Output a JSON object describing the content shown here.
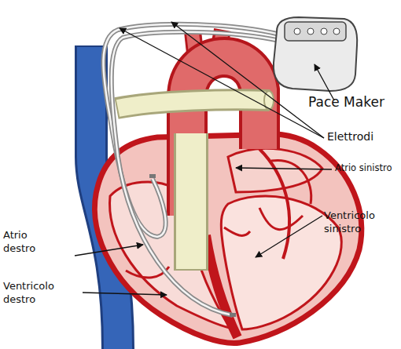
{
  "diagram": {
    "labels": [
      "Pace Maker",
      "Elettrodi",
      "Atrio sinistro",
      "Atrio destro",
      "Ventricolo sinistro",
      "Ventricolo destro"
    ]
  }
}
